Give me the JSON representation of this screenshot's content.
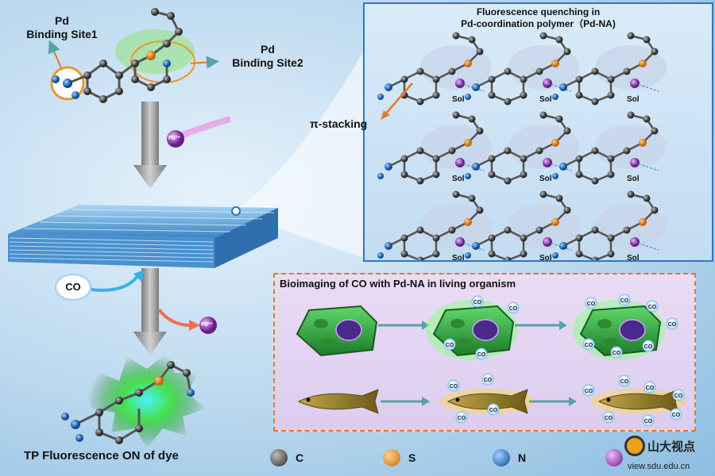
{
  "top_labels": {
    "site1_line1": "Pd",
    "site1_line2": "Binding Site1",
    "site2_line1": "Pd",
    "site2_line2": "Binding Site2"
  },
  "pd_ion_label": "Pd²⁺",
  "co_label": "CO",
  "panel_pd": {
    "title_line1": "Fluorescence quenching in",
    "title_line2": "Pd-coordination polymer（Pd-NA)",
    "sol_label": "Sol",
    "stacking_label": "π-stacking"
  },
  "panel_bio": {
    "title": "Bioimaging of CO with Pd-NA in living organism",
    "co_bubble": "CO"
  },
  "bottom_caption": "TP Fluorescence ON of dye",
  "legend": [
    {
      "symbol": "C",
      "color": "#4a4a4a"
    },
    {
      "symbol": "S",
      "color": "#e88a1c"
    },
    {
      "symbol": "N",
      "color": "#1d6fc4"
    }
  ],
  "watermark": {
    "brand": "山大视点",
    "url": "view.sdu.edu.cn"
  },
  "colors": {
    "panel_border": "#2a78c8",
    "bio_border": "#e07a2a",
    "glow": "#37e23a"
  }
}
